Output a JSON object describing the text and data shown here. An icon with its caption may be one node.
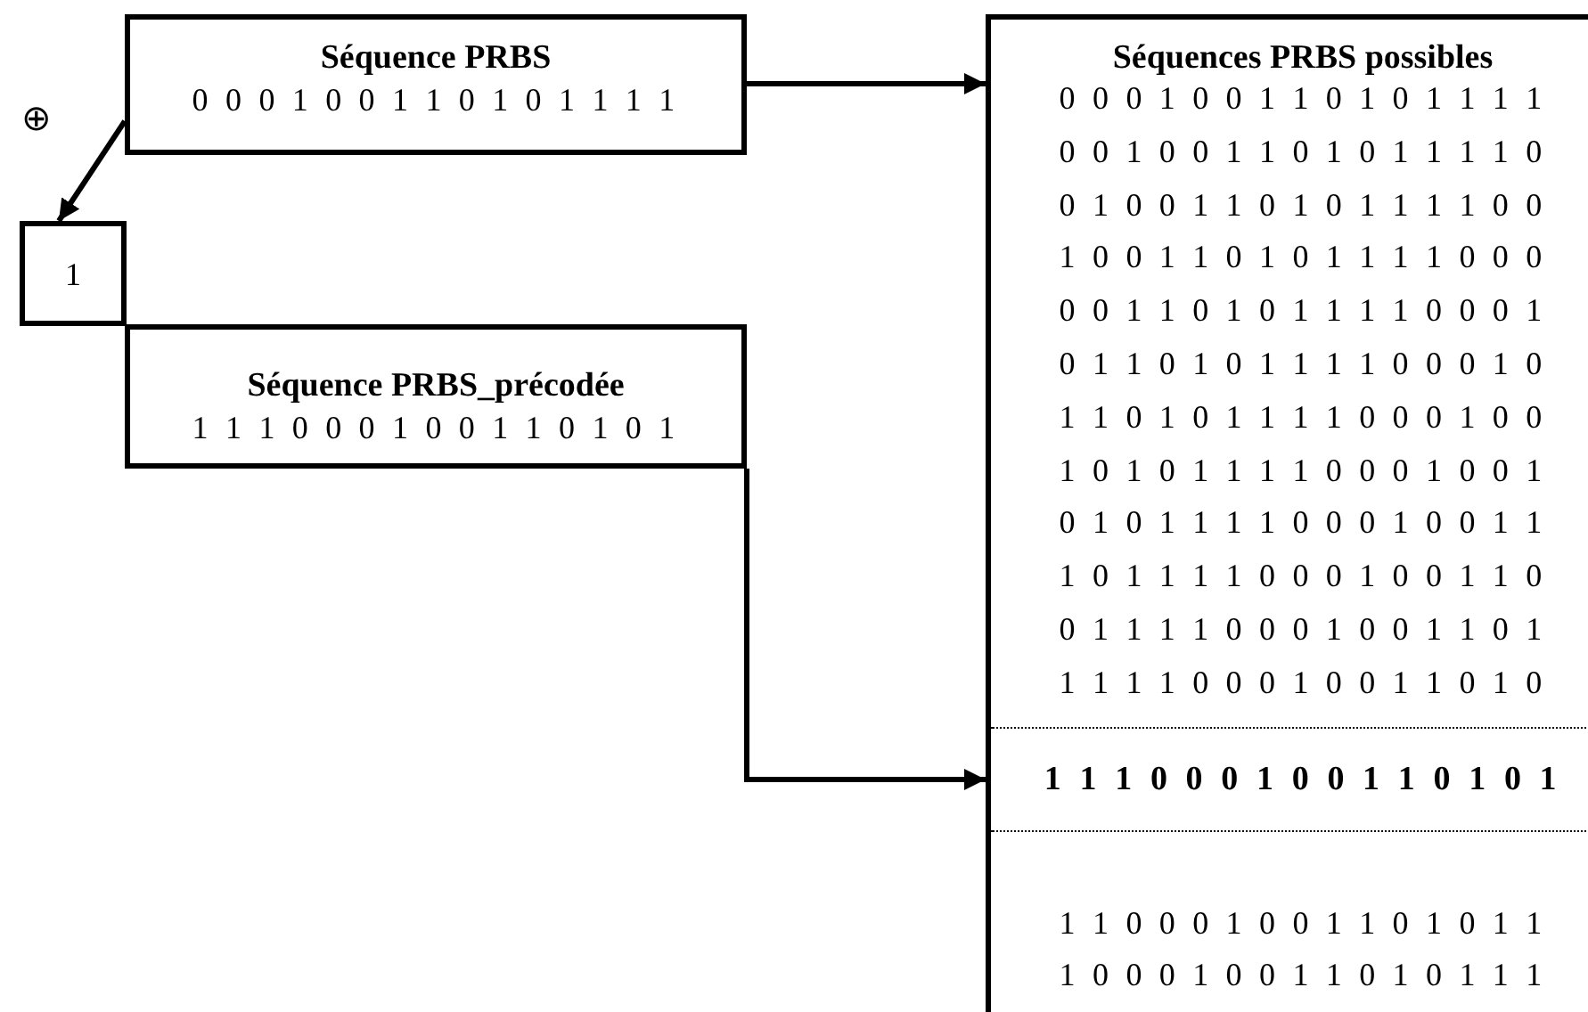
{
  "diagram": {
    "nodes": [
      {
        "text": [
          "Séquence PRBS",
          "0 0 0 1 0 0 1 1 0 1 0 1 1 1 1"
        ]
      },
      {
        "text": [
          "1"
        ]
      },
      {
        "text": [
          "Séquence PRBS_précodée",
          "1 1 1 0 0 0 1 0 0 1 1 0 1 0 1"
        ]
      },
      {
        "text": [
          "Séquences PRBS possibles",
          "0 0 0 1 0 0 1 1 0 1 0 1 1 1 1",
          "0 0 1 0 0 1 1 0 1 0 1 1 1 1 0",
          "0 1 0 0 1 1 0 1 0 1 1 1 1 0 0",
          "1 0 0 1 1 0 1 0 1 1 1 1 0 0 0",
          "0 0 1 1 0 1 0 1 1 1 1 0 0 0 1",
          "0 1 1 0 1 0 1 1 1 1 0 0 0 1 0",
          "1 1 0 1 0 1 1 1 1 0 0 0 1 0 0",
          "1 0 1 0 1 1 1 1 0 0 0 1 0 0 1",
          "0 1 0 1 1 1 1 0 0 0 1 0 0 1 1",
          "1 0 1 1 1 1 0 0 0 1 0 0 1 1 0",
          "0 1 1 1 1 0 0 0 1 0 0 1 1 0 1",
          "1 1 1 1 0 0 0 1 0 0 1 1 0 1 0",
          "1 1 0 0 0 1 0 0 1 1 0 1 0 1 1",
          "1 0 0 0 1 0 0 1 1 0 1 0 1 1 1"
        ]
      },
      {
        "text": [
          "1 1 1 0 0 0 1 0 0 1 1 0 1 0 1"
        ],
        "in": 3
      }
    ],
    "edges": [
      {
        "from": 0,
        "to": 1,
        "arrow": "to",
        "label": "⊕"
      },
      {
        "from": 0,
        "to": 3,
        "arrow": "to"
      },
      {
        "from": 2,
        "to": 4,
        "arrow": "to"
      }
    ]
  }
}
